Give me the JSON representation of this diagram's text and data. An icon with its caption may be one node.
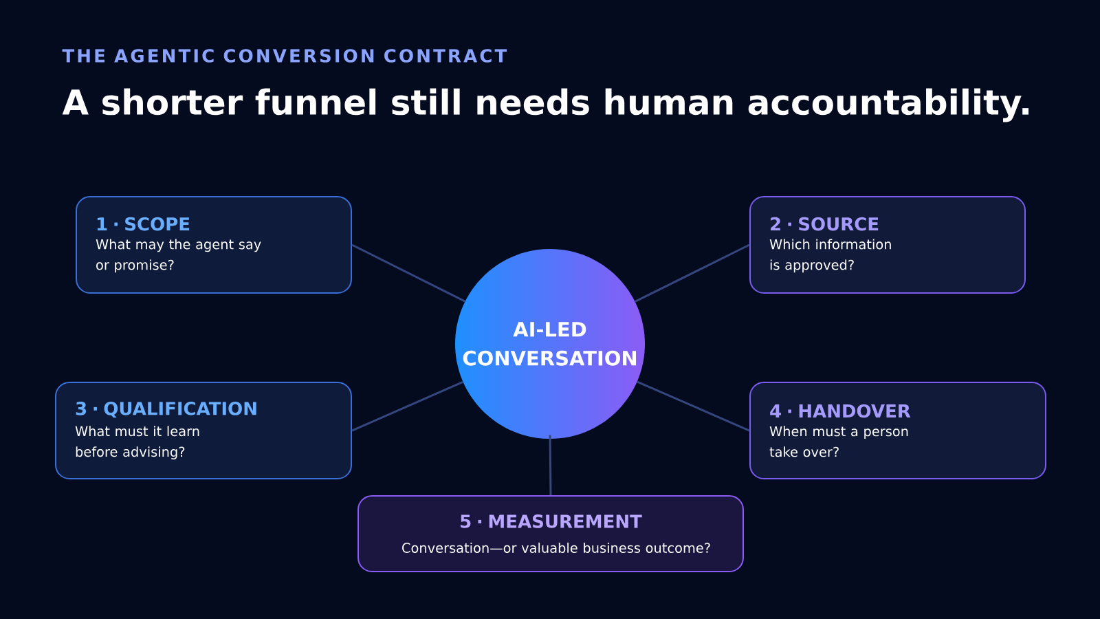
{
  "diagram": {
    "title": "A shorter funnel still needs human accountability.",
    "nodes": [
      {
        "text": [
          "1 · SCOPE",
          "What may the agent say or promise?"
        ]
      },
      {
        "text": [
          "2 · SOURCE",
          "Which information is approved?"
        ]
      },
      {
        "text": [
          "AI-LED CONVERSATION"
        ]
      },
      {
        "text": [
          "3 · QUALIFICATION",
          "What must it learn before advising?"
        ]
      },
      {
        "text": [
          "4 · HANDOVER",
          "When must a person take over?"
        ]
      },
      {
        "text": [
          "5 · MEASUREMENT",
          "Conversation—or valuable business outcome?"
        ]
      }
    ],
    "edges": [
      {
        "from": 2,
        "to": 0,
        "arrow": "none"
      },
      {
        "from": 2,
        "to": 1,
        "arrow": "none"
      },
      {
        "from": 2,
        "to": 3,
        "arrow": "none"
      },
      {
        "from": 2,
        "to": 4,
        "arrow": "none"
      },
      {
        "from": 2,
        "to": 5,
        "arrow": "none"
      }
    ],
    "labels": [
      "THE AGENTIC CONVERSION CONTRACT"
    ]
  }
}
